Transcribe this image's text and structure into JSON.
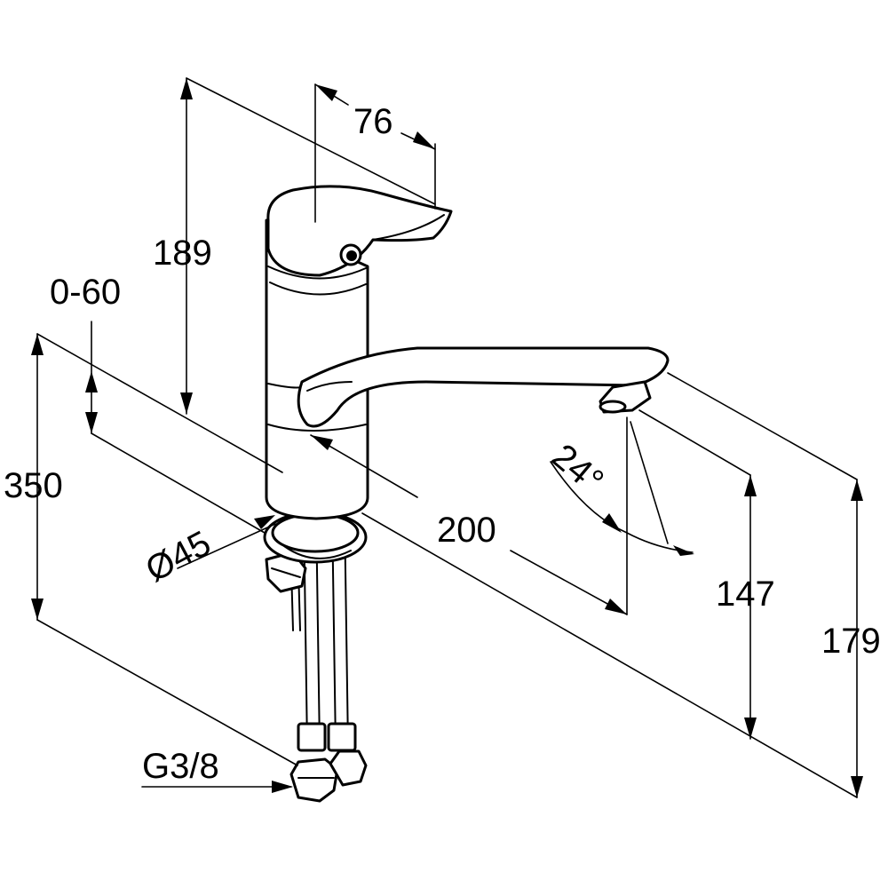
{
  "drawing": {
    "subject": "single-lever kitchen faucet dimension drawing",
    "line_color": "#000000",
    "background": "#ffffff"
  },
  "dimensions": {
    "overall_height": "189",
    "lever_length": "76",
    "deck_thickness": "0-60",
    "hose_length": "350",
    "base_diameter": "Ø45",
    "spout_reach": "200",
    "swivel_angle": "24°",
    "spout_height": "147",
    "total_height": "179",
    "connection_thread": "G3/8"
  }
}
